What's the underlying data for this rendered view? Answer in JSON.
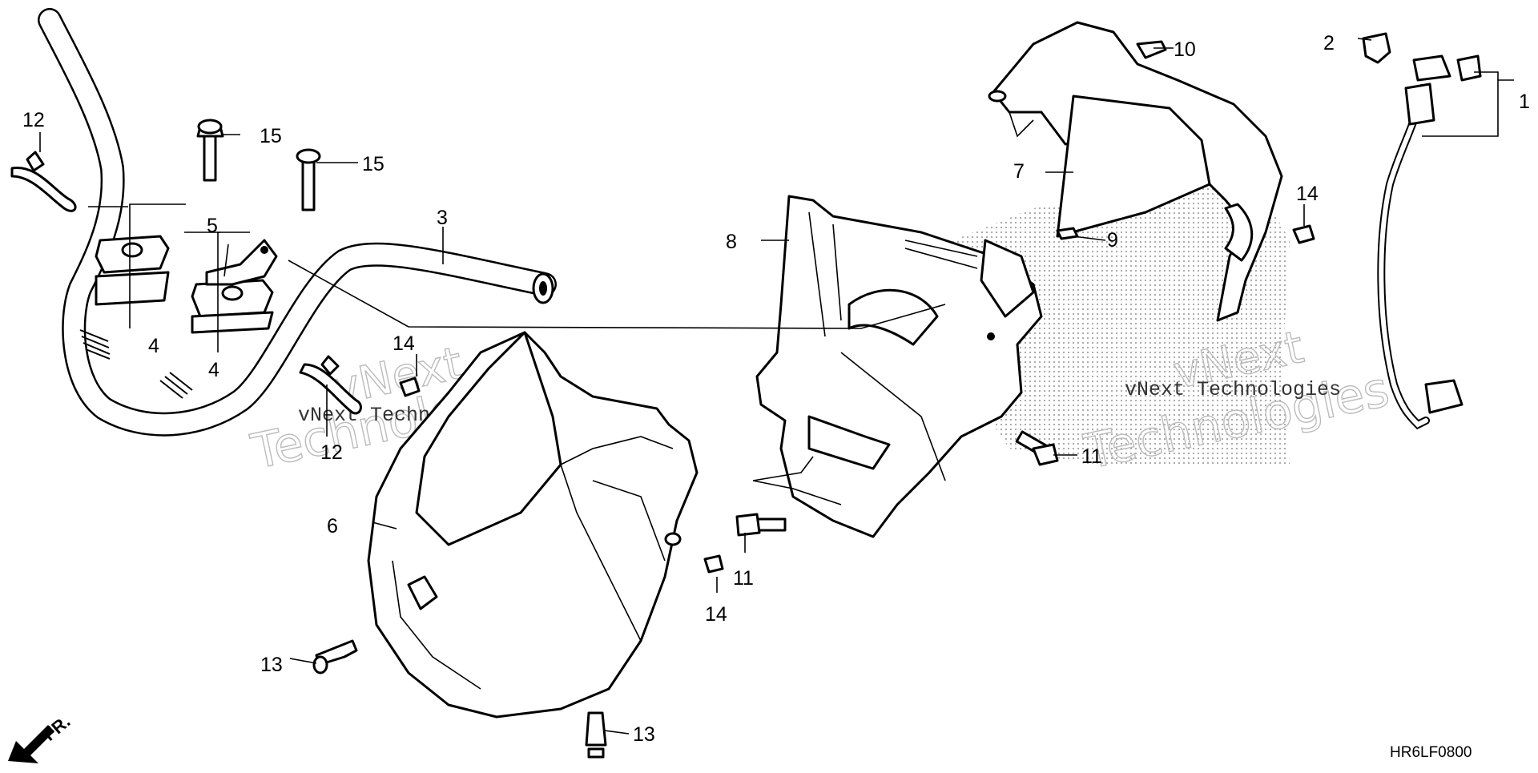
{
  "diagram": {
    "code": "HR6LF0800",
    "front_label": "FR.",
    "watermark": {
      "text_top": "vNext",
      "text_middle": "vNext Technologies",
      "text_bottom": "Technologies"
    },
    "callouts": [
      {
        "id": "c1",
        "label": "1"
      },
      {
        "id": "c2",
        "label": "2"
      },
      {
        "id": "c3",
        "label": "3"
      },
      {
        "id": "c4a",
        "label": "4"
      },
      {
        "id": "c4b",
        "label": "4"
      },
      {
        "id": "c5",
        "label": "5"
      },
      {
        "id": "c6",
        "label": "6"
      },
      {
        "id": "c7",
        "label": "7"
      },
      {
        "id": "c8",
        "label": "8"
      },
      {
        "id": "c9",
        "label": "9"
      },
      {
        "id": "c10",
        "label": "10"
      },
      {
        "id": "c11a",
        "label": "11"
      },
      {
        "id": "c11b",
        "label": "11"
      },
      {
        "id": "c12a",
        "label": "12"
      },
      {
        "id": "c12b",
        "label": "12"
      },
      {
        "id": "c13a",
        "label": "13"
      },
      {
        "id": "c13b",
        "label": "13"
      },
      {
        "id": "c14a",
        "label": "14"
      },
      {
        "id": "c14b",
        "label": "14"
      },
      {
        "id": "c14c",
        "label": "14"
      },
      {
        "id": "c15a",
        "label": "15"
      },
      {
        "id": "c15b",
        "label": "15"
      }
    ]
  }
}
